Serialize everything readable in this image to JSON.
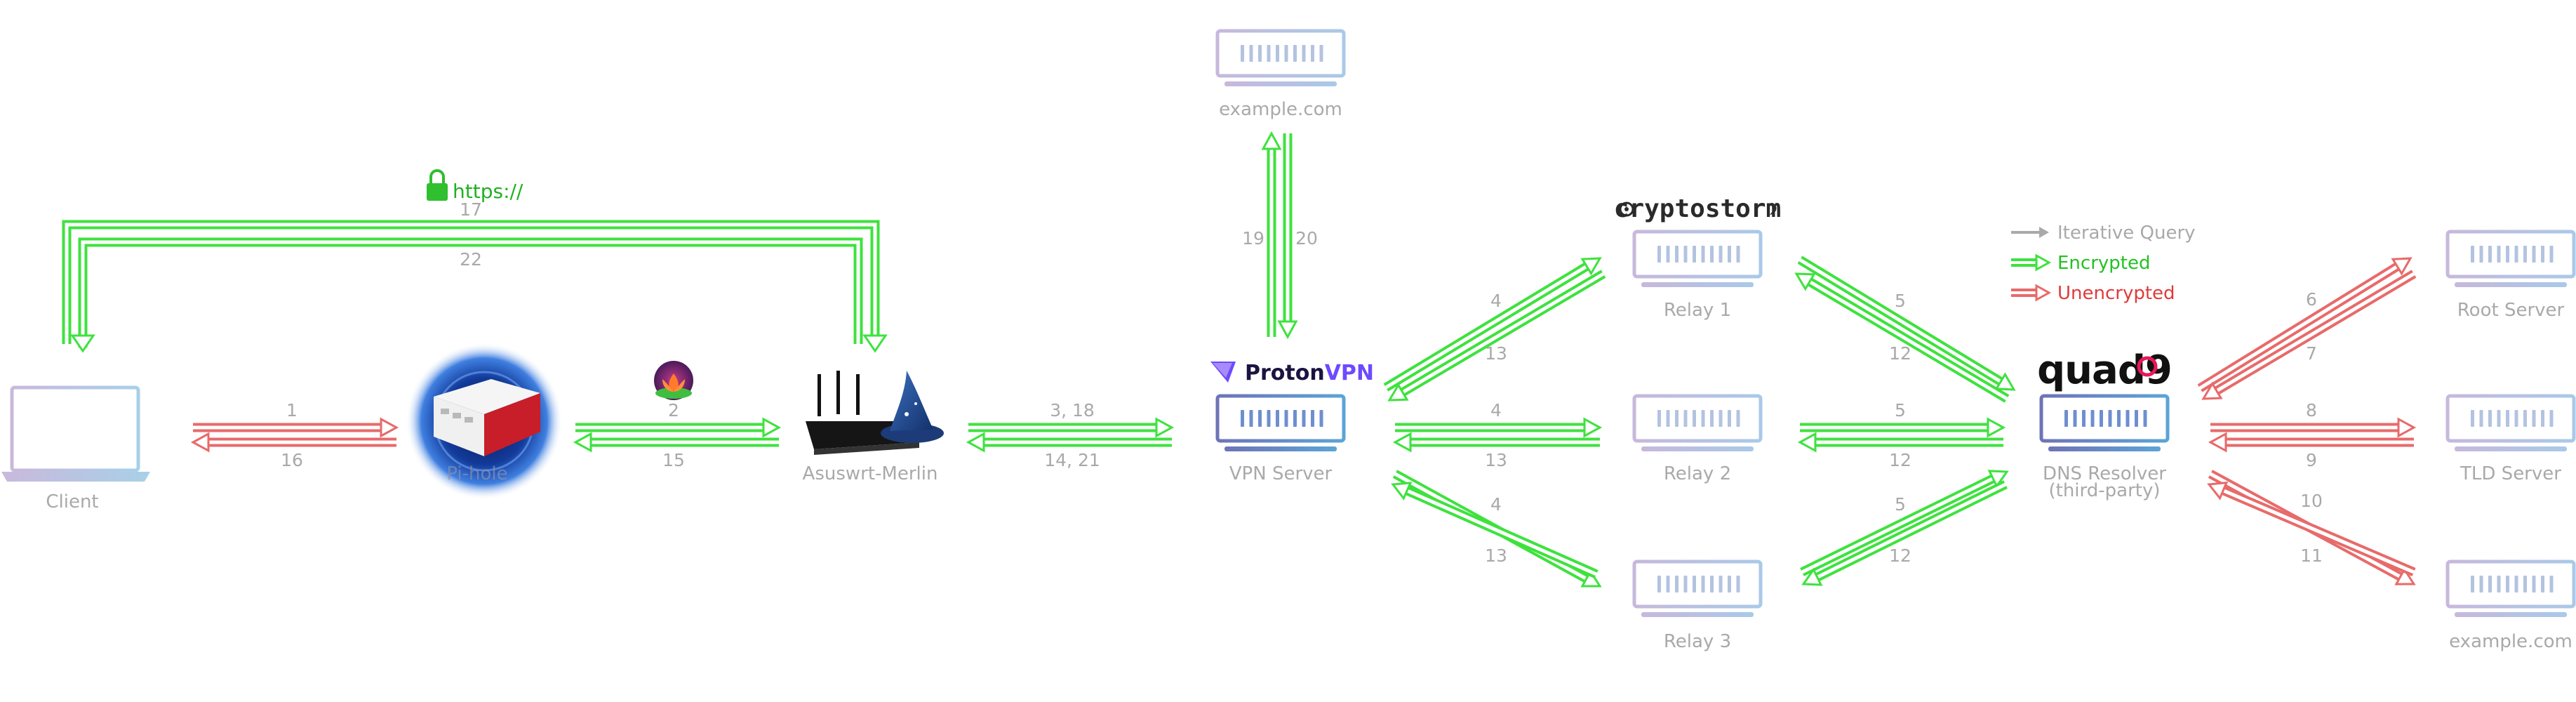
{
  "nodes": {
    "client": "Client",
    "pihole": "Pi-hole",
    "router": "Asuswrt-Merlin",
    "vpn": "VPN Server",
    "web_top": "example.com",
    "relay1": "Relay 1",
    "relay2": "Relay 2",
    "relay3": "Relay 3",
    "resolver_line1": "DNS Resolver",
    "resolver_line2": "(third-party)",
    "root": "Root Server",
    "tld": "TLD Server",
    "auth": "example.com"
  },
  "logos": {
    "protonvpn_proton": "Proton",
    "protonvpn_vpn": "VPN",
    "cryptostorm": "cryptostorm",
    "quad9": "quad9"
  },
  "https_label": "https://",
  "steps": {
    "client_pihole_out": "1",
    "client_pihole_back": "16",
    "pihole_router_out": "2",
    "pihole_router_back": "15",
    "router_vpn_out": "3, 18",
    "router_vpn_back": "14, 21",
    "https_out": "17",
    "https_back": "22",
    "vpn_web_up": "19",
    "vpn_web_down": "20",
    "vpn_relay1_out": "4",
    "vpn_relay1_back": "13",
    "vpn_relay2_out": "4",
    "vpn_relay2_back": "13",
    "vpn_relay3_out": "4",
    "vpn_relay3_back": "13",
    "relay1_res_out": "5",
    "relay1_res_back": "12",
    "relay2_res_out": "5",
    "relay2_res_back": "12",
    "relay3_res_out": "5",
    "relay3_res_back": "12",
    "res_root_out": "6",
    "res_root_back": "7",
    "res_tld_out": "8",
    "res_tld_back": "9",
    "res_auth_out": "10",
    "res_auth_back": "11"
  },
  "legend": [
    {
      "label": "Iterative Query",
      "color": "#a9a9a9"
    },
    {
      "label": "Encrypted",
      "color": "#22c222"
    },
    {
      "label": "Unencrypted",
      "color": "#e03a3a"
    }
  ],
  "colors": {
    "encrypted": "#3ee23e",
    "unencrypted": "#e86a6a",
    "label": "#a9a9a9",
    "server": "#8fa0cc",
    "quad9_accent": "#e8185a",
    "proton_purple": "#6d4aff"
  }
}
